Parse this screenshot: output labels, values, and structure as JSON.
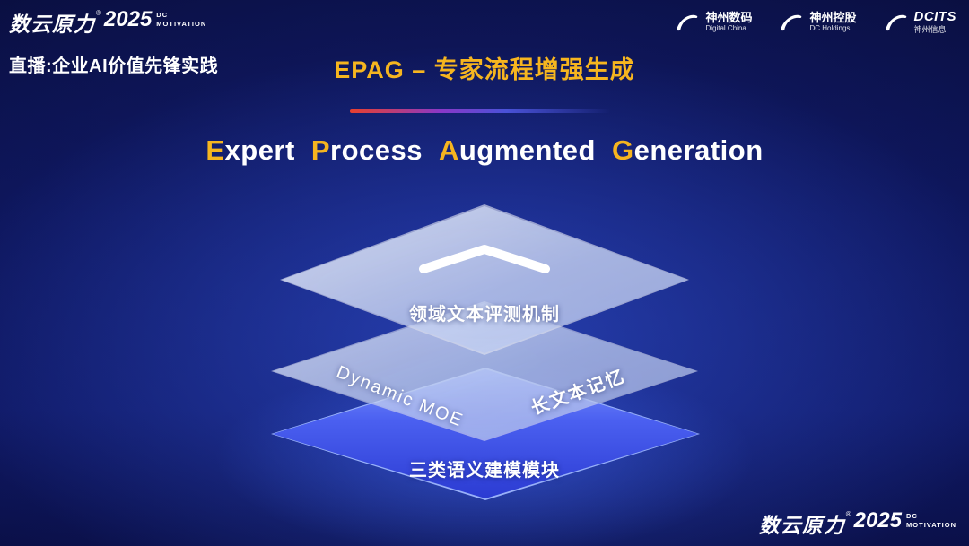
{
  "brand": {
    "logo_text": "数云原力",
    "reg": "®",
    "year": "2025",
    "tag_line1": "DC",
    "tag_line2": "MOTIVATION"
  },
  "header": {
    "live_label": "直播:企业AI价值先锋实践",
    "partners": [
      {
        "name": "神州数码",
        "sub": "Digital China"
      },
      {
        "name": "神州控股",
        "sub": "DC Holdings"
      },
      {
        "name": "DCITS",
        "sub": "神州信息"
      }
    ]
  },
  "title": {
    "text": "EPAG – 专家流程增强生成"
  },
  "subtitle": {
    "words": [
      {
        "lead": "E",
        "rest": "xpert"
      },
      {
        "lead": "P",
        "rest": "rocess"
      },
      {
        "lead": "A",
        "rest": "ugmented"
      },
      {
        "lead": "G",
        "rest": "eneration"
      }
    ]
  },
  "diagram": {
    "top_layer": {
      "label": "领域文本评测机制"
    },
    "middle_layer": {
      "left_label": "Dynamic MOE",
      "right_label": "长文本记忆"
    },
    "bottom_layer": {
      "label": "三类语义建模模块"
    }
  },
  "colors": {
    "gold": "#f6b51f",
    "divider_red": "#e8402e",
    "divider_blue": "#2b50d6",
    "layer_blue": "#4a5ff0",
    "background_navy": "#0a1048"
  }
}
